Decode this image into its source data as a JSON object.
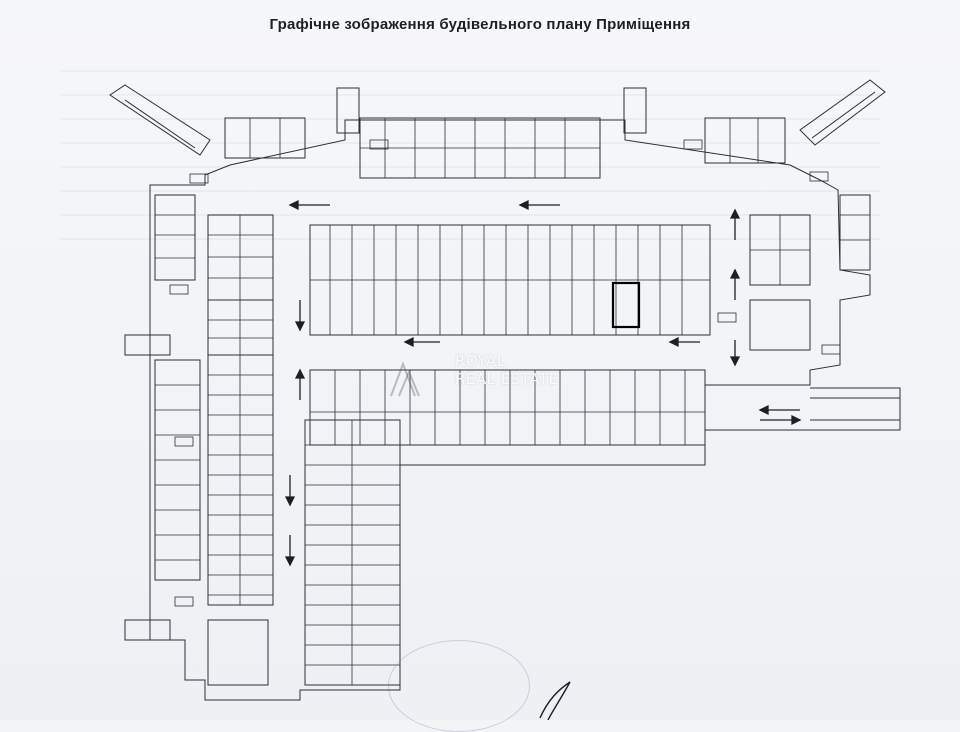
{
  "document": {
    "title": "Графічне зображення будівельного плану Приміщення",
    "watermark": {
      "line1": "ROYAL",
      "line2": "REAL ESTATE"
    }
  },
  "colors": {
    "paper": "#f3f4f6",
    "ink": "#2b2f38",
    "highlight": "#000000"
  }
}
